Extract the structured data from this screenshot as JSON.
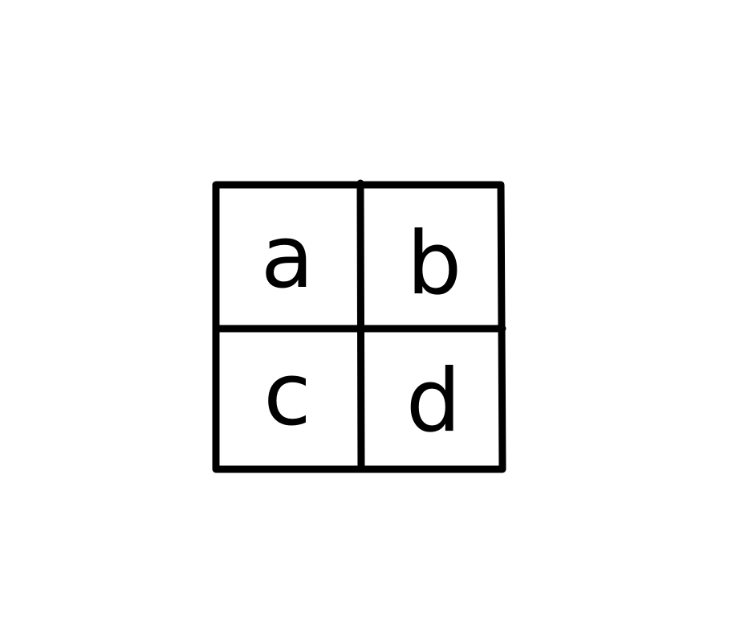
{
  "diagram": {
    "cells": {
      "top_left": "a",
      "top_right": "b",
      "bottom_left": "c",
      "bottom_right": "d"
    },
    "colors": {
      "background": "#ffffff",
      "stroke": "#000000",
      "text": "#000000"
    }
  }
}
